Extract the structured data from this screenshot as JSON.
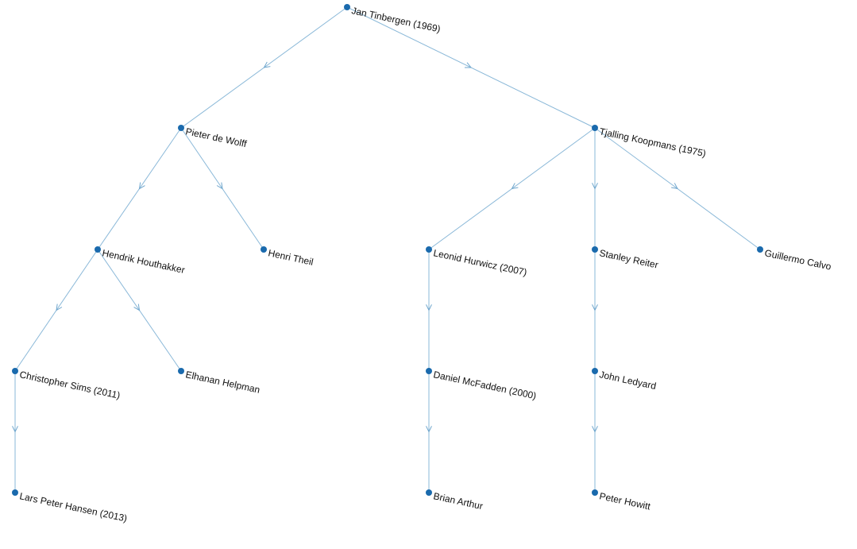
{
  "nodes": [
    {
      "id": "tinbergen",
      "label": "Jan Tinbergen (1969)"
    },
    {
      "id": "wolff",
      "label": "Pieter de Wolff"
    },
    {
      "id": "koopmans",
      "label": "Tjalling Koopmans (1975)"
    },
    {
      "id": "houthakker",
      "label": "Hendrik Houthakker"
    },
    {
      "id": "theil",
      "label": "Henri Theil"
    },
    {
      "id": "hurwicz",
      "label": "Leonid Hurwicz (2007)"
    },
    {
      "id": "reiter",
      "label": "Stanley Reiter"
    },
    {
      "id": "calvo",
      "label": "Guillermo Calvo"
    },
    {
      "id": "sims",
      "label": "Christopher Sims (2011)"
    },
    {
      "id": "helpman",
      "label": "Elhanan Helpman"
    },
    {
      "id": "mcfadden",
      "label": "Daniel McFadden (2000)"
    },
    {
      "id": "ledyard",
      "label": "John Ledyard"
    },
    {
      "id": "hansen",
      "label": "Lars Peter Hansen (2013)"
    },
    {
      "id": "arthur",
      "label": "Brian Arthur"
    },
    {
      "id": "howitt",
      "label": "Peter Howitt"
    }
  ],
  "edges": [
    {
      "from": "tinbergen",
      "to": "wolff"
    },
    {
      "from": "tinbergen",
      "to": "koopmans"
    },
    {
      "from": "wolff",
      "to": "houthakker"
    },
    {
      "from": "wolff",
      "to": "theil"
    },
    {
      "from": "koopmans",
      "to": "hurwicz"
    },
    {
      "from": "koopmans",
      "to": "reiter"
    },
    {
      "from": "koopmans",
      "to": "calvo"
    },
    {
      "from": "houthakker",
      "to": "sims"
    },
    {
      "from": "houthakker",
      "to": "helpman"
    },
    {
      "from": "hurwicz",
      "to": "mcfadden"
    },
    {
      "from": "reiter",
      "to": "ledyard"
    },
    {
      "from": "sims",
      "to": "hansen"
    },
    {
      "from": "mcfadden",
      "to": "arthur"
    },
    {
      "from": "ledyard",
      "to": "howitt"
    }
  ]
}
